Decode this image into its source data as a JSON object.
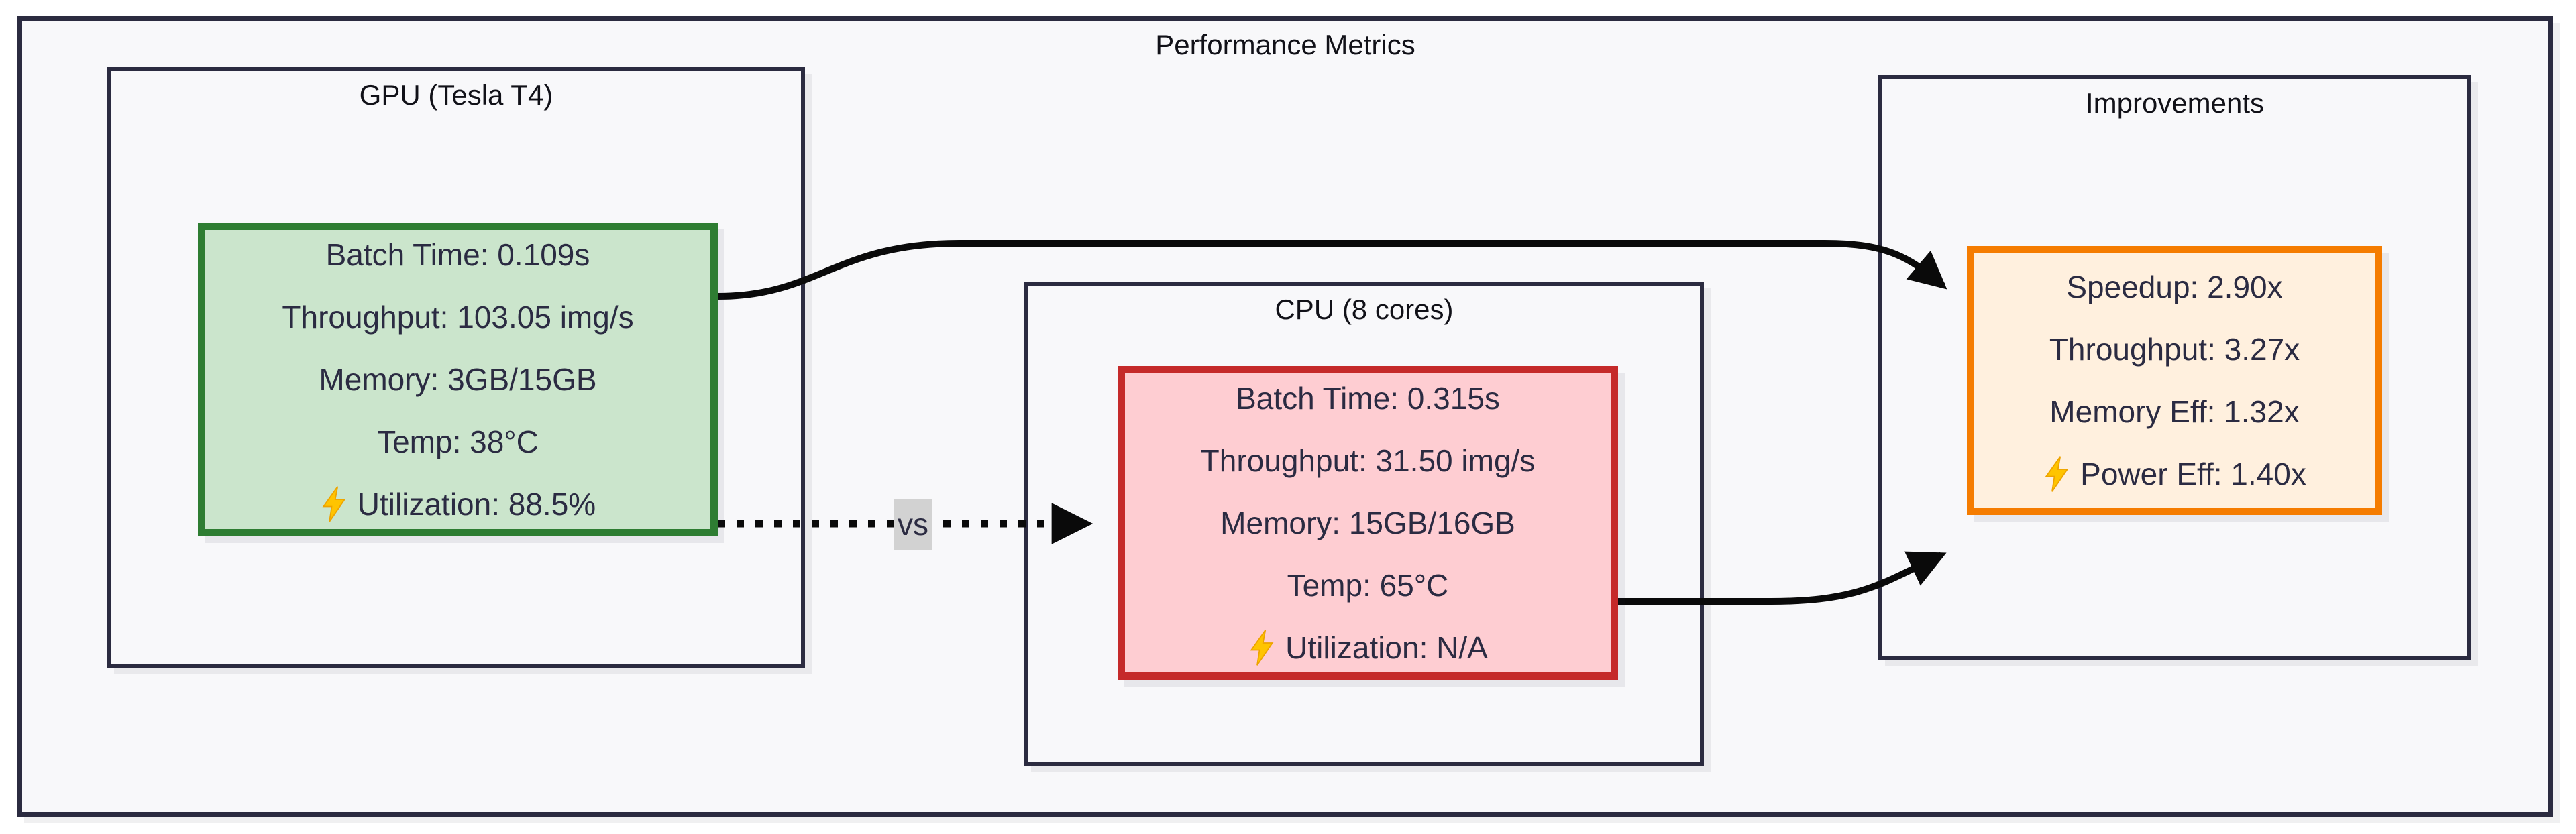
{
  "title": "Performance Metrics",
  "gpu": {
    "title": "GPU (Tesla T4)",
    "metrics": [
      "Batch Time: 0.109s",
      "Throughput: 103.05 img/s",
      "Memory: 3GB/15GB",
      "Temp: 38°C"
    ],
    "utilization": "Utilization: 88.5%"
  },
  "cpu": {
    "title": "CPU (8 cores)",
    "metrics": [
      "Batch Time: 0.315s",
      "Throughput: 31.50 img/s",
      "Memory: 15GB/16GB",
      "Temp: 65°C"
    ],
    "utilization": "Utilization: N/A"
  },
  "improvements": {
    "title": "Improvements",
    "metrics": [
      "Speedup: 2.90x",
      "Throughput: 3.27x",
      "Memory Eff: 1.32x"
    ],
    "power": "Power Eff: 1.40x"
  },
  "edge_label": "vs",
  "icons": {
    "lightning": "lightning-icon"
  },
  "colors": {
    "frame_border": "#2b2b40",
    "surface_bg": "#f8f8fa",
    "title_text": "#111118",
    "node_text": "#2b2b42",
    "gpu_border": "#2e7d32",
    "gpu_fill": "#cbe5cc",
    "cpu_border": "#c52a2a",
    "cpu_fill": "#fecdd2",
    "improvements_border": "#f57c00",
    "improvements_fill": "#fff0de",
    "edge_color": "#0a0a0a",
    "edge_label_bg": "#d2d2d2",
    "bolt_fill": "#ffc400"
  }
}
